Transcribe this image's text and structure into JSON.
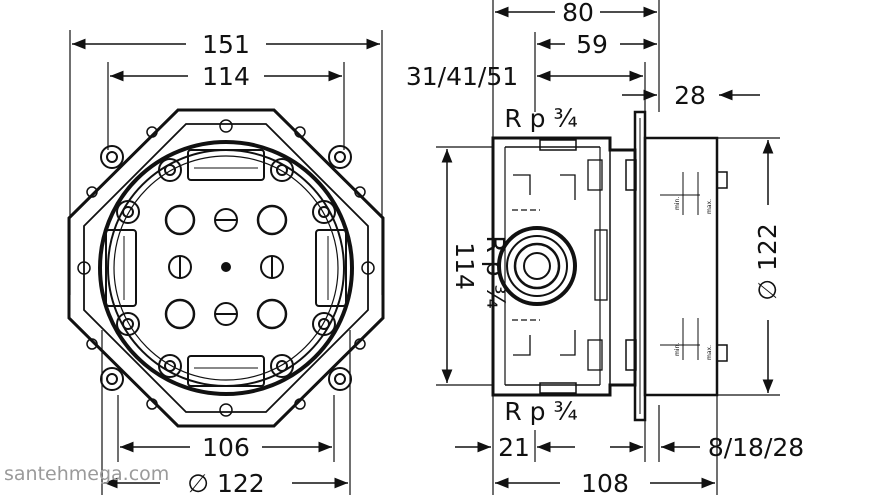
{
  "dimensions": {
    "front_width_outer": "151",
    "front_width_inner": "114",
    "front_bottom_width": "106",
    "front_bottom_diameter": "∅ 122",
    "side_depth_total": "80",
    "side_depth_mid": "59",
    "side_depth_variants": "31/41/51",
    "side_flange": "28",
    "side_height_left": "114",
    "side_diameter_right": "∅ 122",
    "side_bottom_left": "21",
    "side_bottom_total": "108",
    "side_bottom_right": "8/18/28"
  },
  "thread_labels": {
    "top": "R p ¾",
    "middle": "R p ¾",
    "bottom": "R p ¾"
  },
  "scale_marks": {
    "min": "min.",
    "max": "max."
  },
  "watermark": "santehmega.com"
}
